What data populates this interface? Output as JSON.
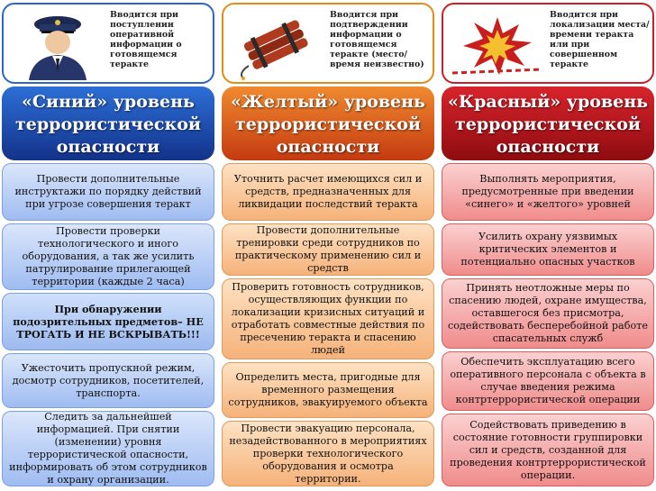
{
  "columns": [
    {
      "level_title_line1": "«Синий» уровень",
      "level_title_line2": "террористической",
      "level_title_line3": "опасности",
      "intro": "Вводится при поступлении оперативной информации о готовящемся теракте",
      "picture_icon": "police-officer-icon",
      "items": [
        "Провести дополнительные инструктажи по порядку действий при угрозе совершения теракт",
        "Провести проверки технологического и иного оборудования, а так же усилить патрулирование прилегающей территории (каждые 2 часа)",
        "При обнаружении подозрительных предметов– НЕ ТРОГАТЬ И НЕ ВСКРЫВАТЬ!!!",
        "Ужесточить пропускной режим, досмотр сотрудников, посетителей, транспорта.",
        "Следить за дальнейшей информацией. При снятии (изменении) уровня террористической опасности, информировать об этом сотрудников и охрану организации."
      ]
    },
    {
      "level_title_line1": "«Желтый» уровень",
      "level_title_line2": "террористической",
      "level_title_line3": "опасности",
      "intro": "Вводится при подтверждении информации о готовящемся теракте (место/время неизвестно)",
      "picture_icon": "dynamite-icon",
      "items": [
        "Уточнить расчет имеющихся сил и средств, предназначенных для ликвидации последствий теракта",
        "Провести дополнительные тренировки среди сотрудников по практическому применению сил и средств",
        "Проверить готовность сотрудников, осуществляющих функции по локализации кризисных ситуаций и отработать совместные действия по пресечению теракта и спасению людей",
        "Определить места, пригодные для временного размещения сотрудников, эвакуируемого объекта",
        "Провести эвакуацию персонала, незадействованного в мероприятиях проверки технологического оборудования и осмотра территории."
      ]
    },
    {
      "level_title_line1": "«Красный» уровень",
      "level_title_line2": "террористической",
      "level_title_line3": "опасности",
      "intro": "Вводится при локализации места/времени теракта или при совершенном теракте",
      "picture_icon": "explosion-icon",
      "items": [
        "Выполнять мероприятия, предусмотренные при введении «синего» и «желтого» уровней",
        "Усилить охрану уязвимых критических элементов и потенциально опасных участков",
        "Принять неотложные меры по спасению людей, охране имущества, оставшегося без присмотра, содействовать бесперебойной работе спасательных служб",
        "Обеспечить эксплуатацию всего оперативного персонала с объекта в случае введения режима контртеррористической операции",
        "Содействовать приведению в состояние готовности группировки сил и средств, созданной для проведения контртеррористической операции."
      ]
    }
  ],
  "colors": {
    "blue": "#1f4fb4",
    "yellow": "#e0661e",
    "red": "#b3141c"
  }
}
